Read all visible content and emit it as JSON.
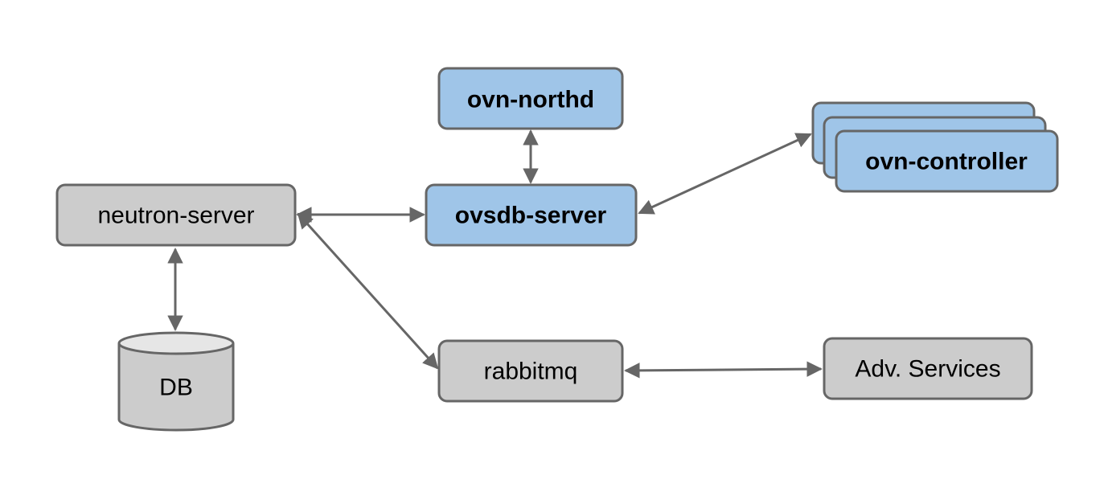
{
  "nodes": {
    "neutron_server": {
      "label": "neutron-server"
    },
    "db": {
      "label": "DB"
    },
    "ovn_northd": {
      "label": "ovn-northd"
    },
    "ovsdb_server": {
      "label": "ovsdb-server"
    },
    "ovn_controller": {
      "label": "ovn-controller"
    },
    "rabbitmq": {
      "label": "rabbitmq"
    },
    "adv_services": {
      "label": "Adv. Services"
    }
  },
  "edges": [
    {
      "from": "neutron_server",
      "to": "db",
      "direction": "both"
    },
    {
      "from": "neutron_server",
      "to": "ovsdb_server",
      "direction": "both"
    },
    {
      "from": "neutron_server",
      "to": "rabbitmq",
      "direction": "both"
    },
    {
      "from": "ovn_northd",
      "to": "ovsdb_server",
      "direction": "both"
    },
    {
      "from": "ovsdb_server",
      "to": "ovn_controller",
      "direction": "both"
    },
    {
      "from": "rabbitmq",
      "to": "adv_services",
      "direction": "both"
    }
  ],
  "colors": {
    "gray_node": "#cccccc",
    "blue_node": "#9fc5e8",
    "stroke": "#666666"
  }
}
